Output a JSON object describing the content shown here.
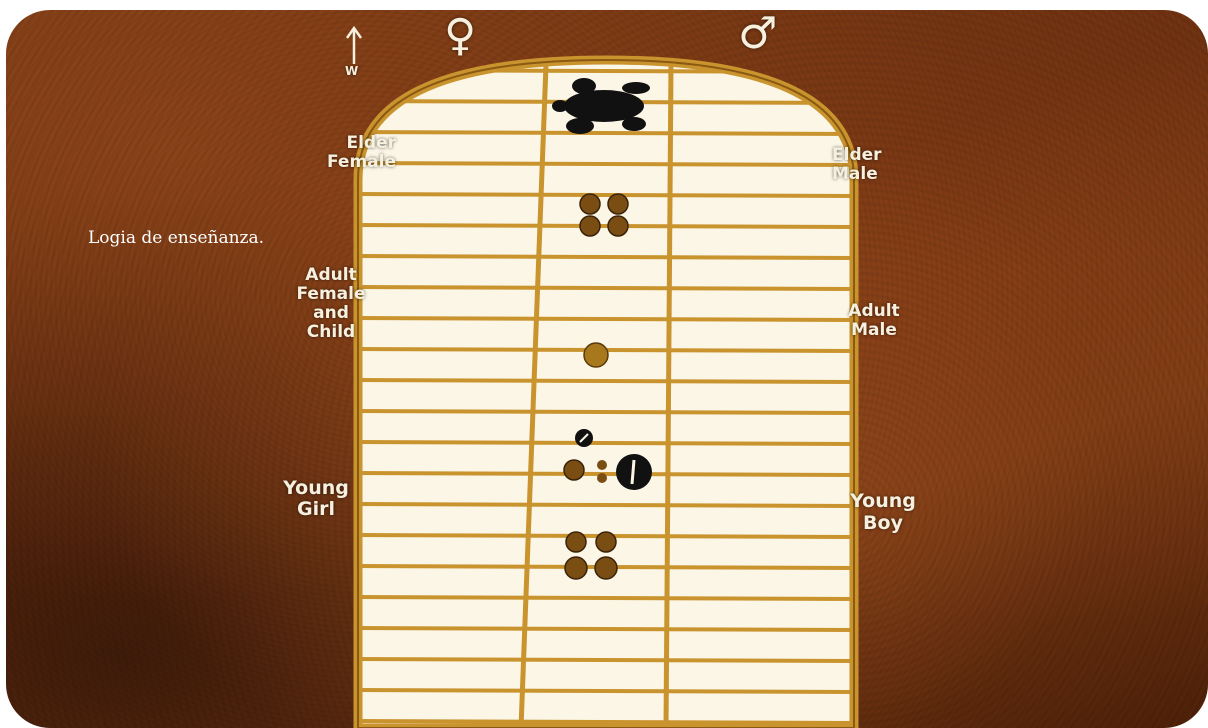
{
  "caption": "Logia de enseñanza.",
  "direction": {
    "arrow_icon": "arrow-up-icon",
    "label": "W"
  },
  "symbols": {
    "female": "♀",
    "male": "♂"
  },
  "labels": {
    "elder_female": [
      "Elder",
      "Female"
    ],
    "adult_female": [
      "Adult",
      "Female",
      "and",
      "Child"
    ],
    "young_girl": [
      "Young",
      "Girl"
    ],
    "elder_male": [
      "Elder",
      "Male"
    ],
    "adult_male": [
      "Adult",
      "Male"
    ],
    "young_boy": [
      "Young",
      "Boy"
    ]
  },
  "colors": {
    "background": "#6a2f10",
    "lodge_fill": "#fbf6e6",
    "lodge_border": "#c9932e",
    "label_text": "#f7f0de"
  }
}
